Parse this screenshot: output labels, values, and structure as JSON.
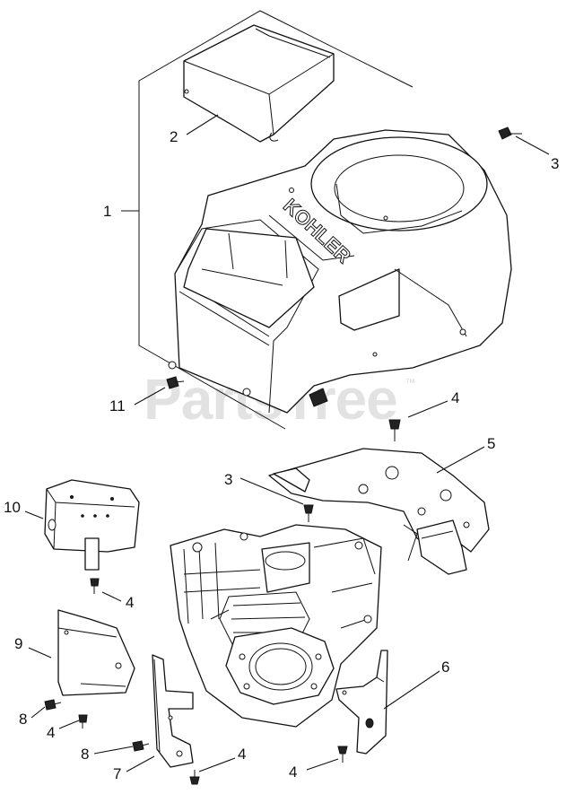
{
  "watermark": {
    "text": "PartsTree",
    "trademark": "™"
  },
  "brand_label": "KOHLER",
  "callouts": [
    {
      "id": "c1",
      "label": "1"
    },
    {
      "id": "c2",
      "label": "2"
    },
    {
      "id": "c3a",
      "label": "3"
    },
    {
      "id": "c3b",
      "label": "3"
    },
    {
      "id": "c4a",
      "label": "4"
    },
    {
      "id": "c4b",
      "label": "4"
    },
    {
      "id": "c4c",
      "label": "4"
    },
    {
      "id": "c4d",
      "label": "4"
    },
    {
      "id": "c4e",
      "label": "4"
    },
    {
      "id": "c5",
      "label": "5"
    },
    {
      "id": "c6",
      "label": "6"
    },
    {
      "id": "c7",
      "label": "7"
    },
    {
      "id": "c8a",
      "label": "8"
    },
    {
      "id": "c8b",
      "label": "8"
    },
    {
      "id": "c9",
      "label": "9"
    },
    {
      "id": "c10",
      "label": "10"
    },
    {
      "id": "c11",
      "label": "11"
    }
  ]
}
